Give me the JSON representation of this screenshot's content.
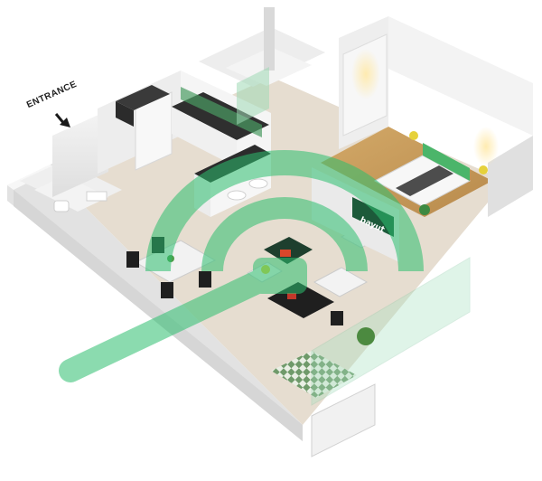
{
  "plan": {
    "entrance_label": "ENTRANCE",
    "tv_brand": "bayut",
    "entrance_arrow_icon": "arrow-down-icon",
    "watermark_icon": "bayut-logo-watermark"
  },
  "colors": {
    "wall_top": "#f2f2f2",
    "wall_side": "#dcdcdc",
    "floor_tile": "#e8e1d6",
    "wood_floor": "#c9a46b",
    "accent_green": "#3cae5c",
    "dark_counter": "#2e2e2e",
    "watermark": "#2dbf6f"
  }
}
